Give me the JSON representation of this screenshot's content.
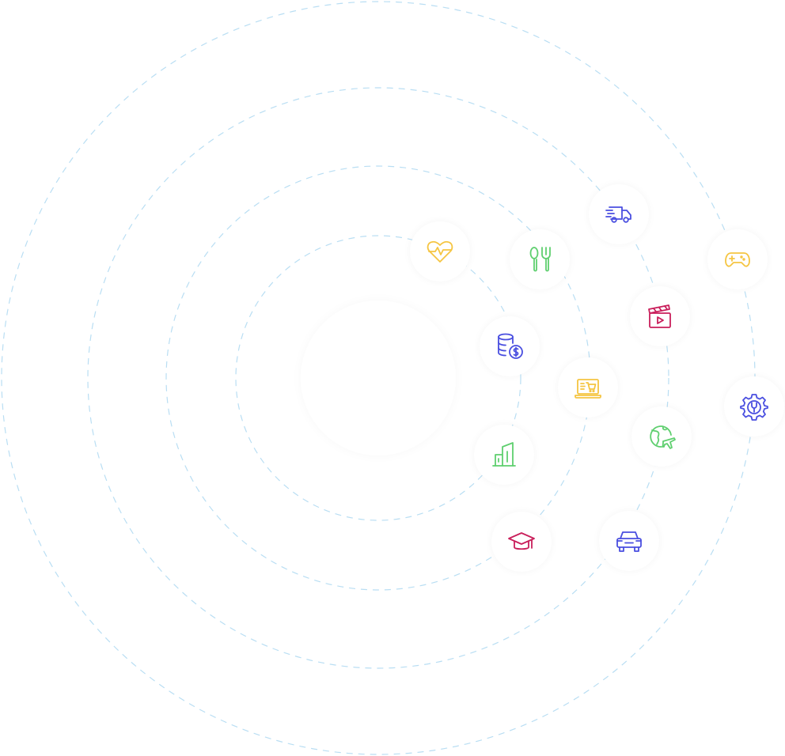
{
  "colors": {
    "ring": "#b9def3",
    "yellow": "#f5c542",
    "green": "#5fcf6f",
    "blue": "#4a4fe0",
    "magenta": "#c91f5b"
  },
  "nodes": [
    {
      "id": "health",
      "icon": "heart-pulse-icon",
      "color": "#f5c542"
    },
    {
      "id": "food",
      "icon": "spoon-fork-icon",
      "color": "#5fcf6f"
    },
    {
      "id": "delivery",
      "icon": "delivery-truck-icon",
      "color": "#4a4fe0"
    },
    {
      "id": "gaming",
      "icon": "gamepad-icon",
      "color": "#f5c542"
    },
    {
      "id": "media",
      "icon": "clapperboard-icon",
      "color": "#c91f5b"
    },
    {
      "id": "finance",
      "icon": "coins-dollar-icon",
      "color": "#4a4fe0"
    },
    {
      "id": "ecommerce",
      "icon": "laptop-cart-icon",
      "color": "#f5c542"
    },
    {
      "id": "services",
      "icon": "gear-wrench-icon",
      "color": "#4a4fe0"
    },
    {
      "id": "travel",
      "icon": "globe-plane-icon",
      "color": "#5fcf6f"
    },
    {
      "id": "realestate",
      "icon": "building-icon",
      "color": "#5fcf6f"
    },
    {
      "id": "education",
      "icon": "graduation-cap-icon",
      "color": "#c91f5b"
    },
    {
      "id": "automotive",
      "icon": "car-icon",
      "color": "#4a4fe0"
    }
  ]
}
